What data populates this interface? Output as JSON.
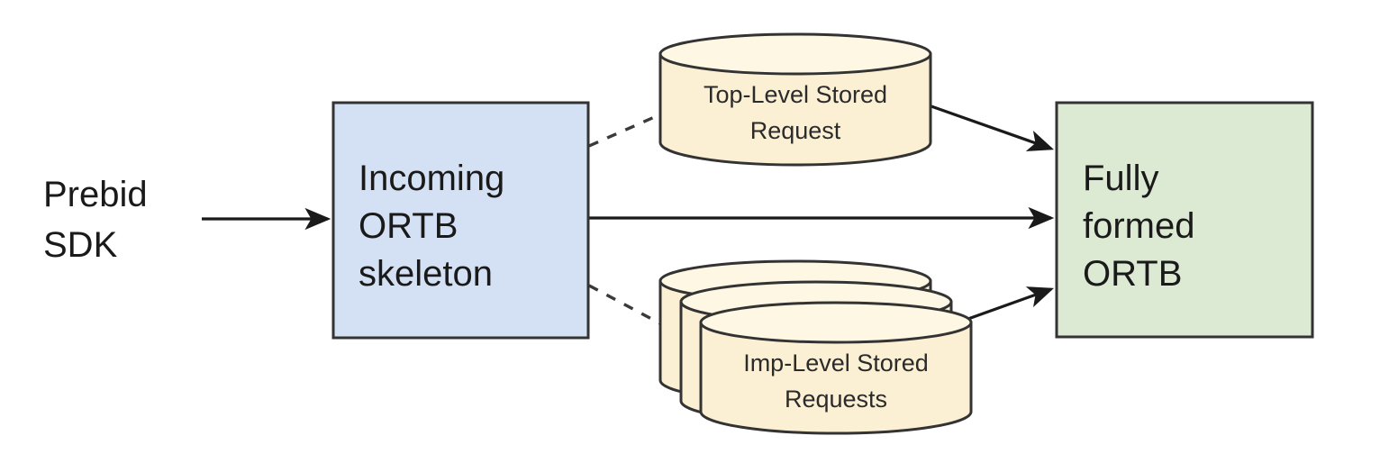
{
  "diagram": {
    "title": "Prebid ORTB stored request merge flow",
    "type": "flow-diagram",
    "background": "#ffffff",
    "colors": {
      "blue_fill": "#d4e1f4",
      "green_fill": "#dce9d3",
      "cylinder_fill": "#fcf0d4",
      "cylinder_top_fill": "#fdf7e3",
      "stroke": "#333333",
      "text": "#1a1a1a"
    },
    "nodes": [
      {
        "id": "prebid-sdk",
        "shape": "text",
        "lines": [
          "Prebid",
          "SDK"
        ]
      },
      {
        "id": "incoming-ortb-skeleton",
        "shape": "rectangle",
        "fill": "#d4e1f4",
        "lines": [
          "Incoming",
          "ORTB",
          "skeleton"
        ]
      },
      {
        "id": "top-level-stored-request",
        "shape": "cylinder",
        "fill": "#fcf0d4",
        "lines": [
          "Top-Level Stored",
          "Request"
        ]
      },
      {
        "id": "imp-level-stored-requests",
        "shape": "cylinder-stack",
        "fill": "#fcf0d4",
        "stack_count": 3,
        "lines": [
          "Imp-Level Stored",
          "Requests"
        ]
      },
      {
        "id": "fully-formed-ortb",
        "shape": "rectangle",
        "fill": "#dce9d3",
        "lines": [
          "Fully",
          "formed",
          "ORTB"
        ]
      }
    ],
    "edges": [
      {
        "id": "sdk-to-skeleton",
        "from": "prebid-sdk",
        "to": "incoming-ortb-skeleton",
        "style": "solid",
        "arrow": "end"
      },
      {
        "id": "skeleton-to-top-level",
        "from": "incoming-ortb-skeleton",
        "to": "top-level-stored-request",
        "style": "dashed",
        "arrow": "none"
      },
      {
        "id": "skeleton-to-ortb",
        "from": "incoming-ortb-skeleton",
        "to": "fully-formed-ortb",
        "style": "solid",
        "arrow": "end"
      },
      {
        "id": "skeleton-to-imp-level",
        "from": "incoming-ortb-skeleton",
        "to": "imp-level-stored-requests",
        "style": "dashed",
        "arrow": "none"
      },
      {
        "id": "top-level-to-ortb",
        "from": "top-level-stored-request",
        "to": "fully-formed-ortb",
        "style": "solid",
        "arrow": "end"
      },
      {
        "id": "imp-level-to-ortb",
        "from": "imp-level-stored-requests",
        "to": "fully-formed-ortb",
        "style": "solid",
        "arrow": "end"
      }
    ]
  },
  "labels": {
    "prebid_sdk_line1": "Prebid",
    "prebid_sdk_line2": "SDK",
    "skeleton_line1": "Incoming",
    "skeleton_line2": "ORTB",
    "skeleton_line3": "skeleton",
    "top_level_line1": "Top-Level Stored",
    "top_level_line2": "Request",
    "imp_level_line1": "Imp-Level Stored",
    "imp_level_line2": "Requests",
    "ortb_line1": "Fully",
    "ortb_line2": "formed",
    "ortb_line3": "ORTB"
  }
}
